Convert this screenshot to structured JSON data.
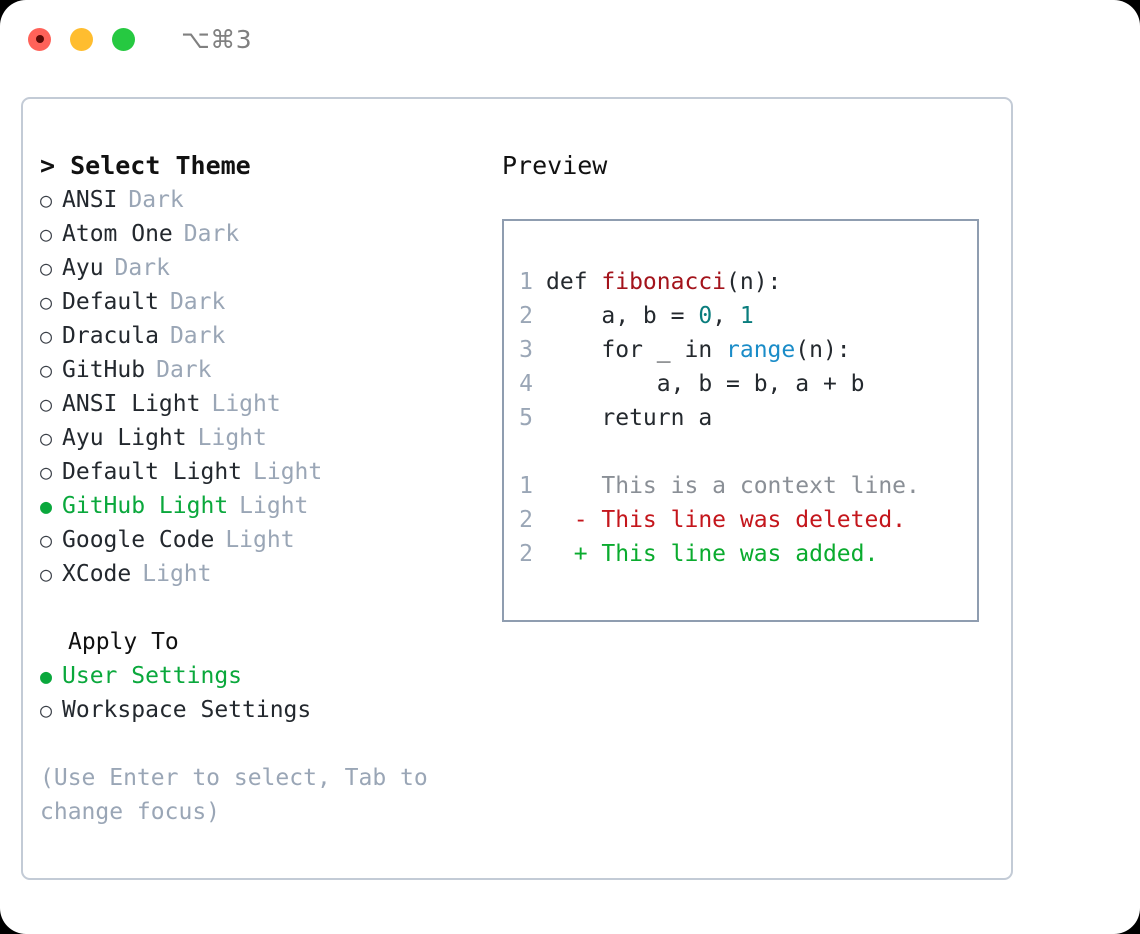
{
  "titlebar": {
    "shortcut": "⌥⌘3",
    "buttons": [
      {
        "name": "close",
        "color": "#ff6259"
      },
      {
        "name": "minimize",
        "color": "#ffbd2f"
      },
      {
        "name": "maximize",
        "color": "#26c941"
      }
    ]
  },
  "colors": {
    "selected_green": "#0aa83c",
    "muted": "#9aa6b6",
    "text": "#23282e",
    "panel_border": "#c3cbd6",
    "preview_border": "#8f9db0",
    "code_function": "#a3131b",
    "code_builtin": "#1a8cc8",
    "code_number": "#0a7d7d",
    "diff_deleted": "#c4161c",
    "diff_added": "#0aab2e",
    "diff_context": "#8a8f96"
  },
  "theme_panel": {
    "header": "> Select Theme",
    "selected_marker": "●",
    "unselected_marker": "○",
    "themes": [
      {
        "label": "ANSI",
        "badge": "Dark",
        "selected": false
      },
      {
        "label": "Atom One",
        "badge": "Dark",
        "selected": false
      },
      {
        "label": "Ayu",
        "badge": "Dark",
        "selected": false
      },
      {
        "label": "Default",
        "badge": "Dark",
        "selected": false
      },
      {
        "label": "Dracula",
        "badge": "Dark",
        "selected": false
      },
      {
        "label": "GitHub",
        "badge": "Dark",
        "selected": false
      },
      {
        "label": "ANSI Light",
        "badge": "Light",
        "selected": false
      },
      {
        "label": "Ayu Light",
        "badge": "Light",
        "selected": false
      },
      {
        "label": "Default Light",
        "badge": "Light",
        "selected": false
      },
      {
        "label": "GitHub Light",
        "badge": "Light",
        "selected": true
      },
      {
        "label": "Google Code",
        "badge": "Light",
        "selected": false
      },
      {
        "label": "XCode",
        "badge": "Light",
        "selected": false
      }
    ]
  },
  "apply_to": {
    "title": "Apply To",
    "options": [
      {
        "label": "User Settings",
        "selected": true
      },
      {
        "label": "Workspace Settings",
        "selected": false
      }
    ]
  },
  "hint": "(Use Enter to select, Tab to change focus)",
  "preview": {
    "title": "Preview",
    "code_lines": [
      {
        "num": "1",
        "segments": [
          {
            "text": "def ",
            "style": "plain"
          },
          {
            "text": "fibonacci",
            "style": "fn"
          },
          {
            "text": "(n):",
            "style": "plain"
          }
        ]
      },
      {
        "num": "2",
        "segments": [
          {
            "text": "    a, b = ",
            "style": "plain"
          },
          {
            "text": "0",
            "style": "num"
          },
          {
            "text": ", ",
            "style": "plain"
          },
          {
            "text": "1",
            "style": "num"
          }
        ]
      },
      {
        "num": "3",
        "segments": [
          {
            "text": "    for _ in ",
            "style": "plain"
          },
          {
            "text": "range",
            "style": "blue"
          },
          {
            "text": "(n):",
            "style": "plain"
          }
        ]
      },
      {
        "num": "4",
        "segments": [
          {
            "text": "        a, b = b, a + b",
            "style": "plain"
          }
        ]
      },
      {
        "num": "5",
        "segments": [
          {
            "text": "    return a",
            "style": "plain"
          }
        ]
      }
    ],
    "diff_lines": [
      {
        "num": "1",
        "marker": "  ",
        "text": "This is a context line.",
        "style": "ctx"
      },
      {
        "num": "2",
        "marker": "- ",
        "text": "This line was deleted.",
        "style": "del"
      },
      {
        "num": "2",
        "marker": "+ ",
        "text": "This line was added.",
        "style": "add"
      }
    ]
  }
}
